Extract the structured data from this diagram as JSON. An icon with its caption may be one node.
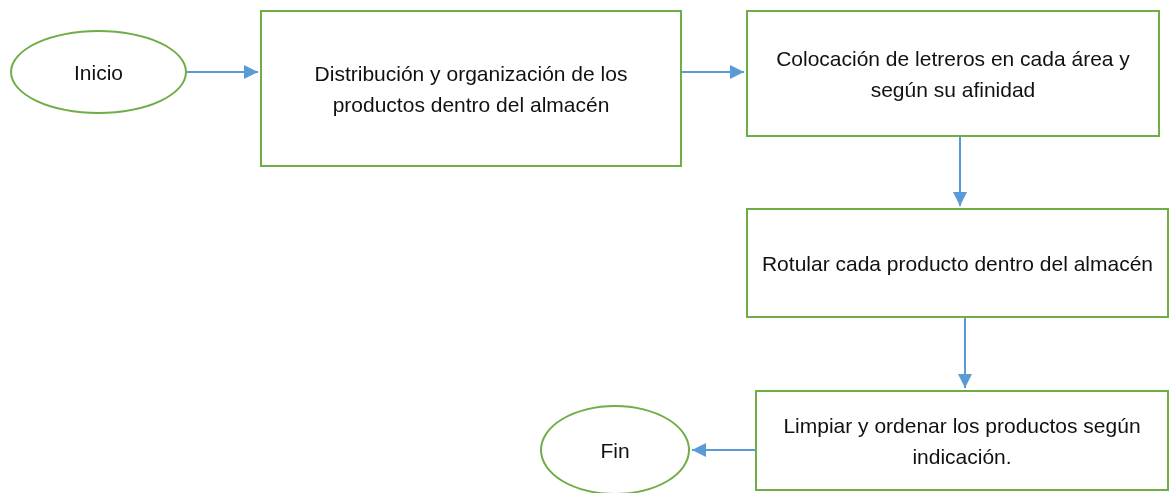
{
  "diagram": {
    "nodes": [
      {
        "text": [
          "Inicio"
        ]
      },
      {
        "text": [
          "Distribución y organización de los productos dentro del almacén"
        ]
      },
      {
        "text": [
          "Colocación de letreros en cada área y según su afinidad"
        ]
      },
      {
        "text": [
          "Rotular cada producto dentro del almacén"
        ]
      },
      {
        "text": [
          "Limpiar y ordenar los productos según indicación."
        ]
      },
      {
        "text": [
          "Fin"
        ]
      }
    ],
    "edges": [
      {
        "from": 0,
        "to": 1,
        "arrow": "to"
      },
      {
        "from": 1,
        "to": 2,
        "arrow": "to"
      },
      {
        "from": 2,
        "to": 3,
        "arrow": "to"
      },
      {
        "from": 3,
        "to": 4,
        "arrow": "to"
      },
      {
        "from": 4,
        "to": 5,
        "arrow": "to"
      }
    ]
  }
}
